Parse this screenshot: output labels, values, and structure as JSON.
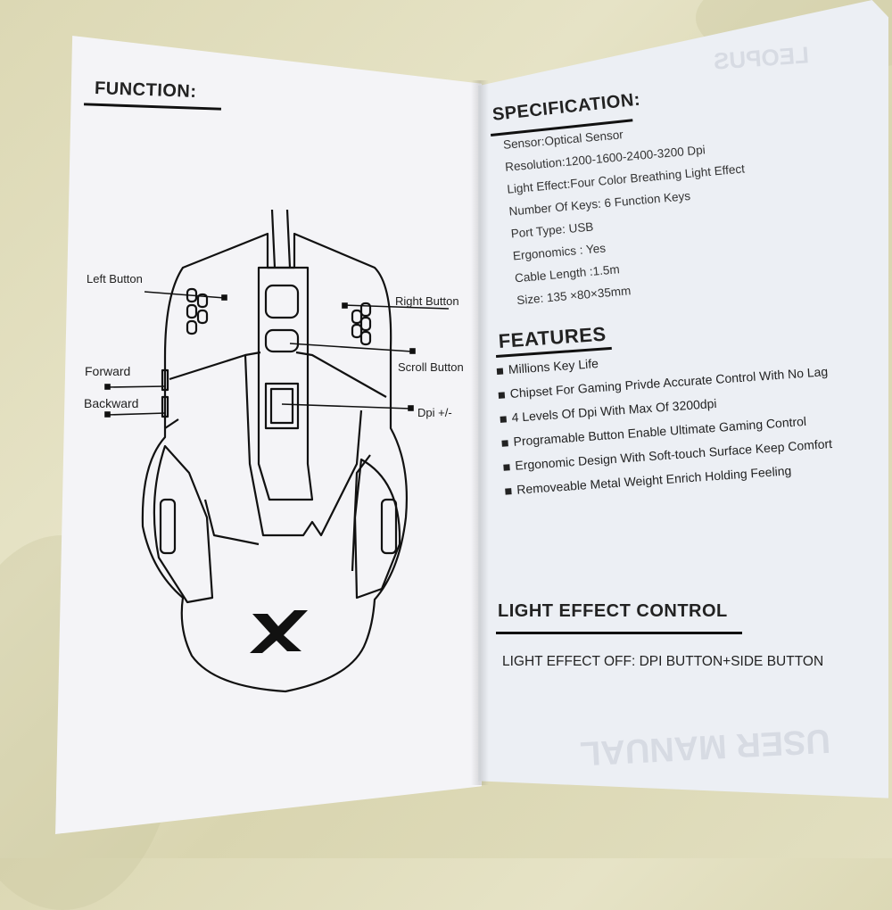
{
  "left_page": {
    "heading": "FUNCTION:",
    "callouts": {
      "left_button": "Left Button",
      "right_button": "Right Button",
      "forward": "Forward",
      "scroll_button": "Scroll Button",
      "backward": "Backward",
      "dpi": "Dpi +/-"
    }
  },
  "right_page": {
    "specification": {
      "heading": "SPECIFICATION:",
      "lines": [
        "Sensor:Optical Sensor",
        "Resolution:1200-1600-2400-3200 Dpi",
        "Light Effect:Four Color Breathing Light Effect",
        "Number Of Keys:  6 Function Keys",
        "Port Type:  USB",
        "Ergonomics :  Yes",
        "Cable Length :1.5m",
        "Size: 135 ×80×35mm"
      ]
    },
    "features": {
      "heading": "FEATURES",
      "items": [
        "Millions Key Life",
        "Chipset For Gaming Privde Accurate Control With No Lag",
        "4 Levels Of Dpi With Max Of 3200dpi",
        "Programable Button Enable Ultimate Gaming Control",
        "Ergonomic Design With Soft-touch Surface Keep Comfort",
        "Removeable Metal Weight Enrich Holding Feeling"
      ]
    },
    "light_effect": {
      "heading": "LIGHT EFFECT CONTROL",
      "line": "LIGHT EFFECT OFF: DPI BUTTON+SIDE BUTTON"
    },
    "show_through": {
      "top": "LEOPUS",
      "bottom": "USER MANUAL"
    }
  },
  "colors": {
    "page_left": "#f4f4f7",
    "page_right": "#eceff4",
    "ink": "#222222",
    "background_cloth": "#dcd8b4"
  }
}
